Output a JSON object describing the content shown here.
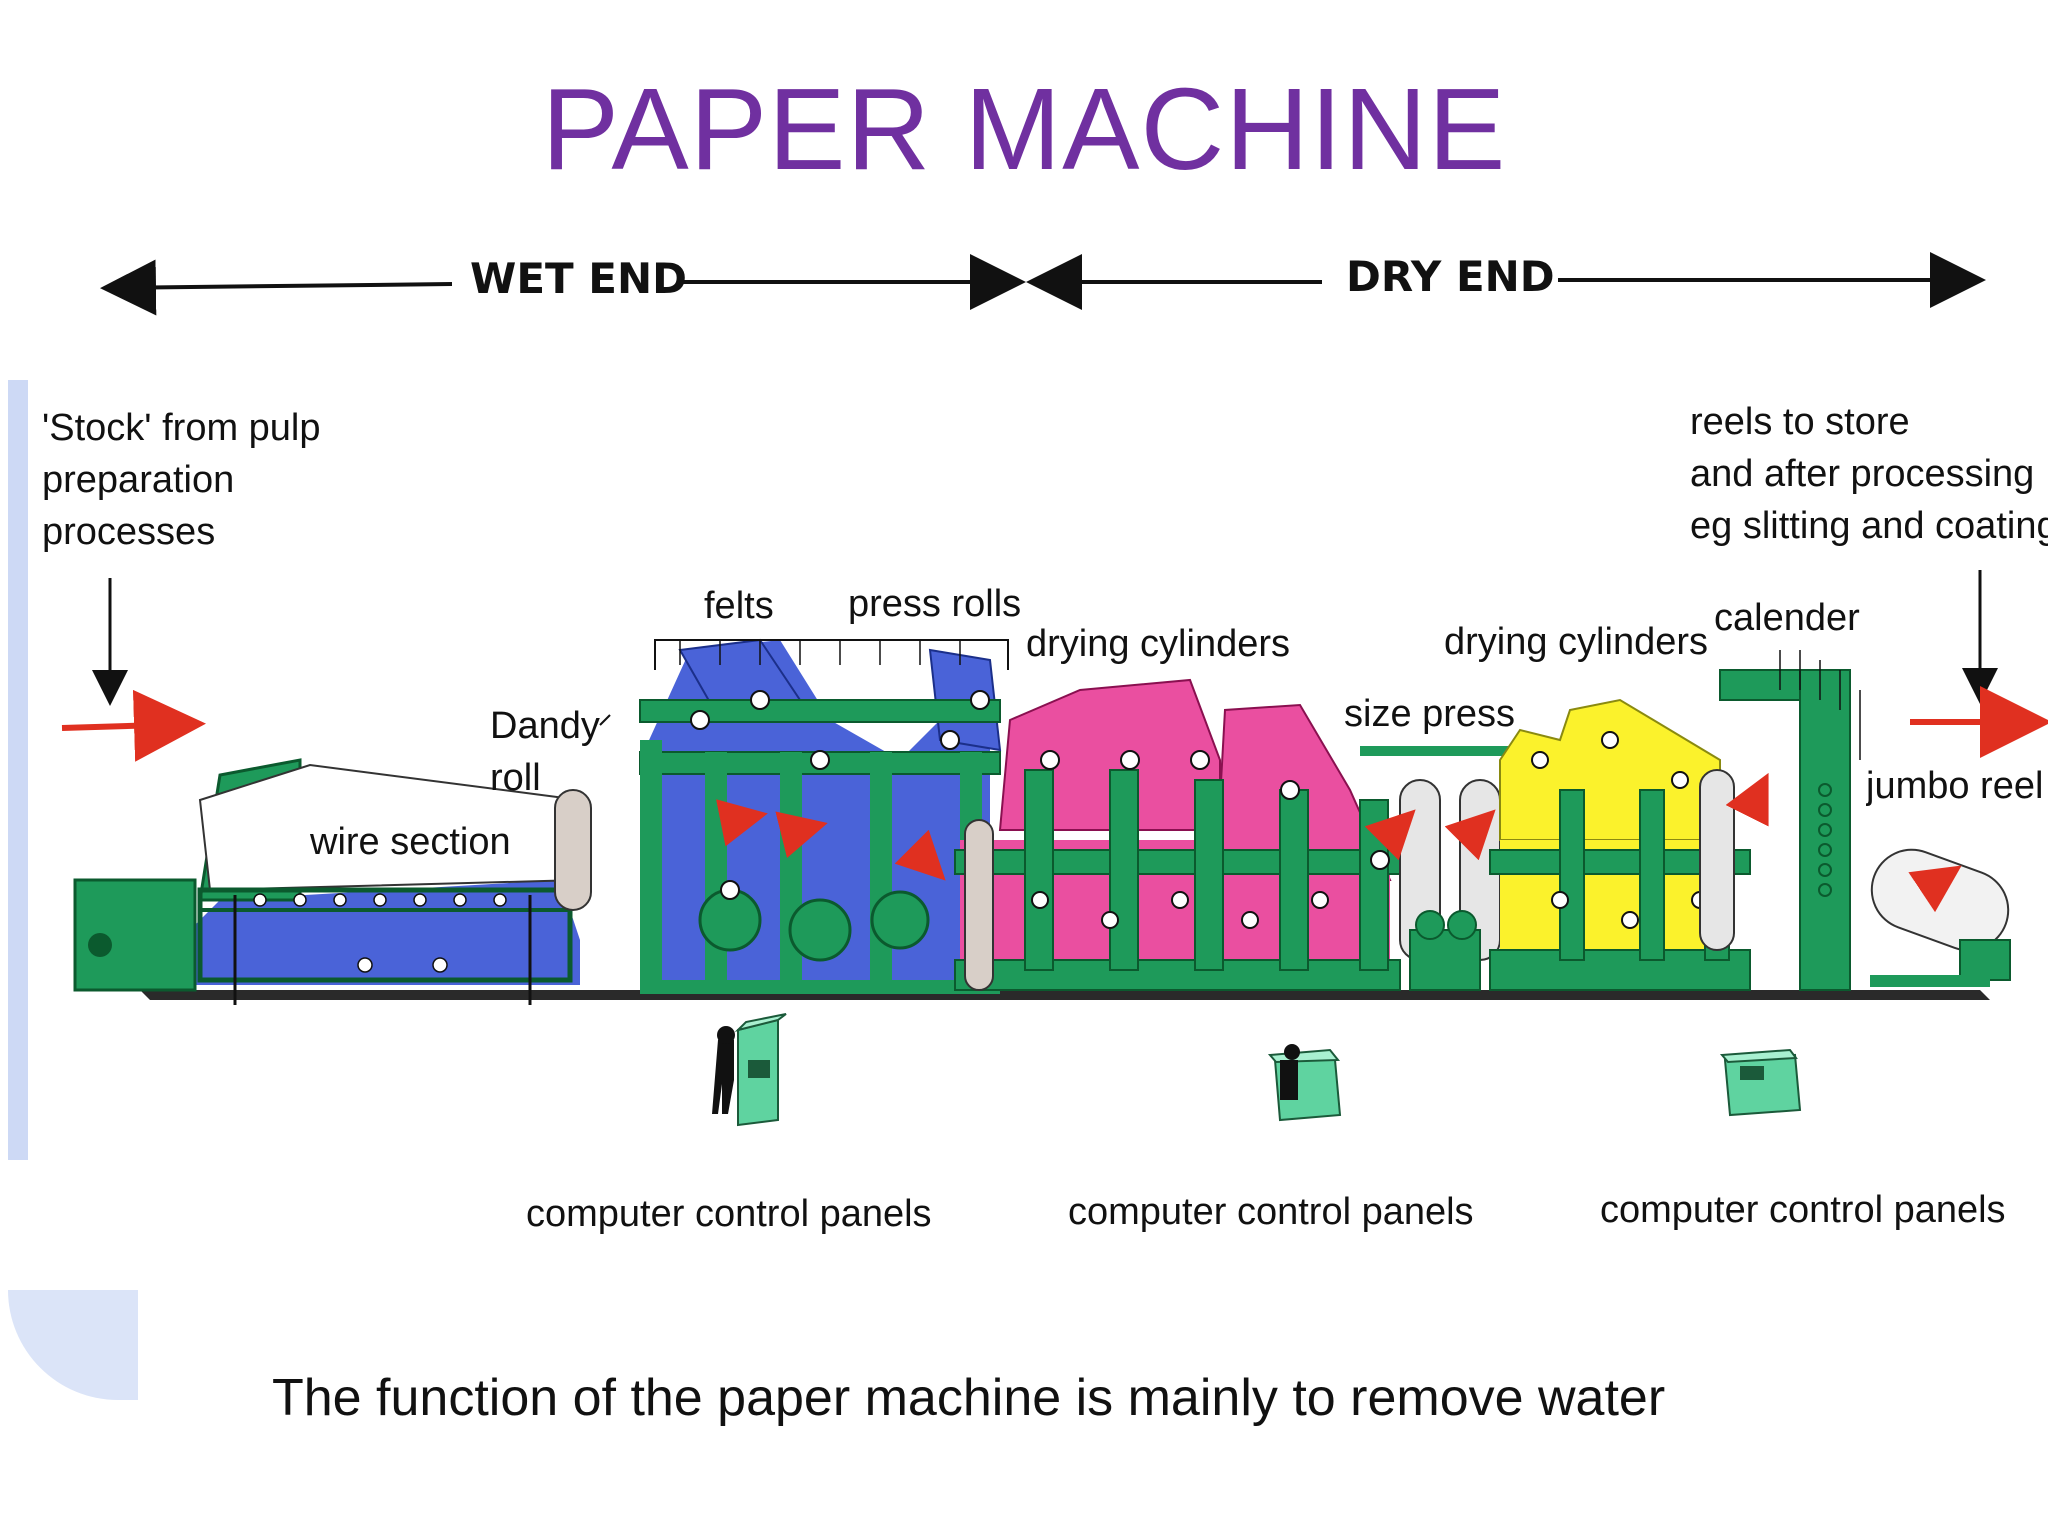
{
  "slide": {
    "title": "PAPER MACHINE",
    "caption": "The function of the paper machine is mainly to remove water"
  },
  "diagram": {
    "sections": {
      "wet_end": "WET END",
      "dry_end": "DRY END"
    },
    "labels": {
      "stock": [
        "'Stock' from pulp",
        "preparation",
        "processes"
      ],
      "reels": [
        "reels to store",
        "and after processing",
        "eg slitting and coating"
      ],
      "felts": "felts",
      "press_rolls": "press rolls",
      "drying_cylinders_1": "drying cylinders",
      "drying_cylinders_2": "drying cylinders",
      "calender": "calender",
      "dandy_roll": [
        "Dandy",
        "roll"
      ],
      "size_press": "size press",
      "wire_section": "wire section",
      "jumbo_reel": "jumbo reel",
      "control_panels_1": "computer control panels",
      "control_panels_2": "computer control panels",
      "control_panels_3": "computer control panels"
    },
    "colors": {
      "frame": "#1e9a5a",
      "felts": "#4a63d8",
      "drying_1": "#ea4fa0",
      "drying_2": "#fbf22c",
      "flow_arrow": "#e03020",
      "title": "#7030a0"
    }
  }
}
